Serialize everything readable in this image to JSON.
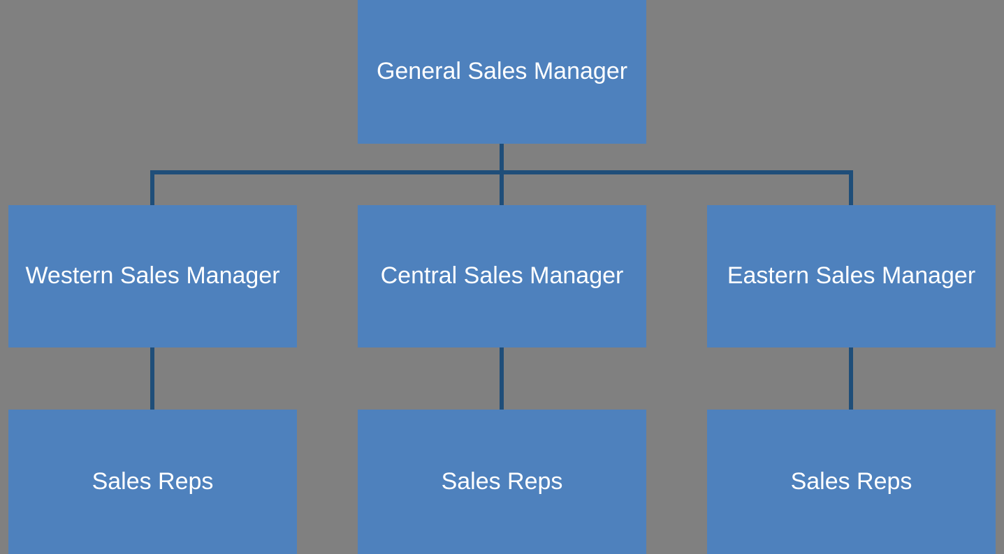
{
  "diagram": {
    "type": "org_chart",
    "colors": {
      "background": "#808080",
      "node_fill": "#4E81BD",
      "connector": "#1F4E79",
      "node_text": "#FFFFFF"
    },
    "nodes": {
      "general": {
        "label": "General Sales Manager",
        "level": 1
      },
      "western": {
        "label": "Western Sales Manager",
        "level": 2,
        "parent": "general"
      },
      "central": {
        "label": "Central Sales Manager",
        "level": 2,
        "parent": "general"
      },
      "eastern": {
        "label": "Eastern Sales Manager",
        "level": 2,
        "parent": "general"
      },
      "western_reps": {
        "label": "Sales Reps",
        "level": 3,
        "parent": "western"
      },
      "central_reps": {
        "label": "Sales Reps",
        "level": 3,
        "parent": "central"
      },
      "eastern_reps": {
        "label": "Sales Reps",
        "level": 3,
        "parent": "eastern"
      }
    }
  }
}
